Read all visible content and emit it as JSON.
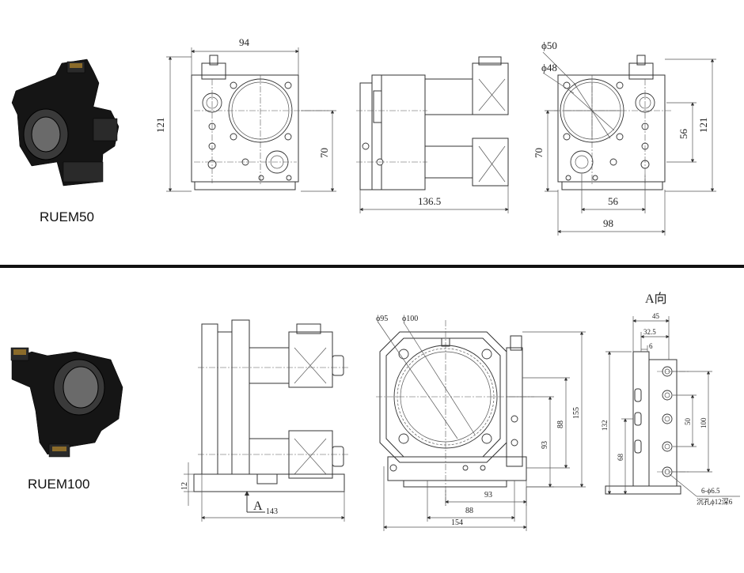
{
  "products": [
    {
      "name": "RUEM50"
    },
    {
      "name": "RUEM100"
    }
  ],
  "ruem50": {
    "front": {
      "width": "94",
      "height": "121",
      "offset": "70"
    },
    "side": {
      "length": "136.5"
    },
    "rear": {
      "dia_outer": "ϕ50",
      "dia_inner": "ϕ48",
      "offset": "70",
      "height": "121",
      "v56": "56",
      "h56": "56",
      "width": "98"
    }
  },
  "ruem100": {
    "side": {
      "thick": "12",
      "length": "143",
      "view_arrow": "A"
    },
    "front": {
      "dia_outer": "ϕ95",
      "dia_inner": "ϕ100",
      "h155": "155",
      "v93": "93",
      "v88": "88",
      "h93": "93",
      "h88": "88",
      "h154": "154"
    },
    "view_a": {
      "title": "A向",
      "w45": "45",
      "w32": "32.5",
      "w6": "6",
      "h132": "132",
      "h68": "68",
      "h50": "50",
      "h100": "100",
      "note1": "6-ϕ6.5",
      "note2": "沉孔ϕ12深6"
    }
  }
}
